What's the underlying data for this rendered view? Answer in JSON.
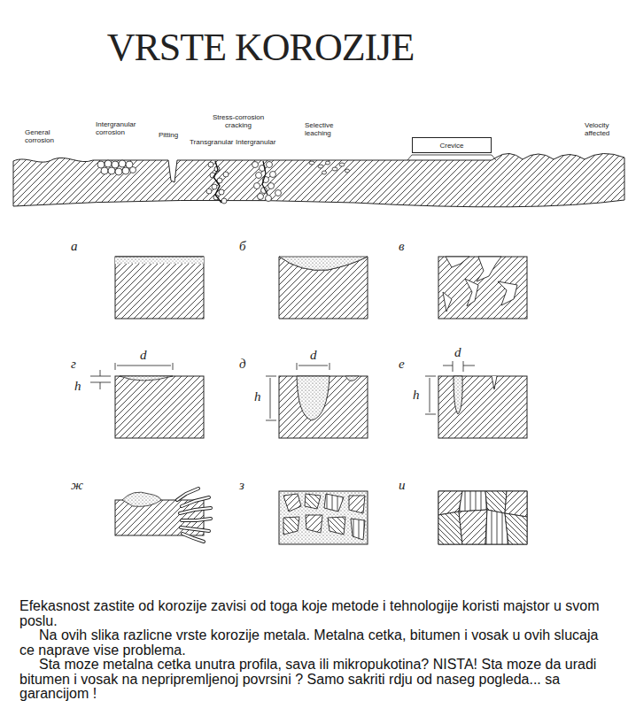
{
  "diagram": {
    "title": "VRSTE KOROZIJE",
    "nodes": [
      {
        "text": [
          "Crevice"
        ]
      }
    ],
    "labels": [
      "General corrosion",
      "Intergranular corrosion",
      "Pitting",
      "Stress-corrosion cracking",
      "Transgranular",
      "Intergranular",
      "Selective leaching",
      "Velocity affected",
      "а",
      "б",
      "в",
      "г",
      "d",
      "h",
      "д",
      "d",
      "h",
      "е",
      "d",
      "h",
      "ж",
      "з",
      "и",
      "Efekasnost zastite od korozije zavisi od toga koje metode i tehnologije koristi majstor u svom poslu.",
      "Na ovih slika razlicne vrste korozije metala. Metalna cetka, bitumen i vosak u ovih slucaja ce naprave vise problema.",
      "Sta moze metalna cetka unutra profila, sava ili mikropukotina? NISTA! Sta moze da uradi bitumen i vosak na nepripremljenoj povrsini ? Samo sakriti rdju od naseg pogleda... sa garancijom !"
    ]
  }
}
